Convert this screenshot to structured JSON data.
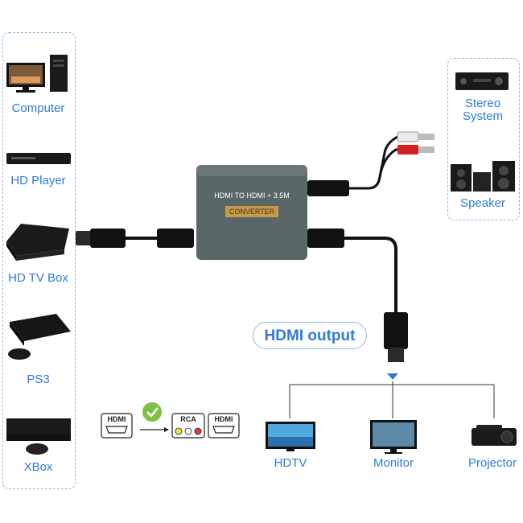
{
  "sources": [
    {
      "label": "Computer",
      "icon": "computer-icon"
    },
    {
      "label": "HD Player",
      "icon": "hd-player-icon"
    },
    {
      "label": "HD TV Box",
      "icon": "tv-box-icon"
    },
    {
      "label": "PS3",
      "icon": "ps3-icon"
    },
    {
      "label": "XBox",
      "icon": "xbox-icon"
    }
  ],
  "audio_outputs": [
    {
      "label_line1": "Stereo",
      "label_line2": "System",
      "icon": "stereo-system-icon"
    },
    {
      "label": "Speaker",
      "icon": "speaker-icon"
    }
  ],
  "converter": {
    "title": "HDMI TO HDMI + 3.5M",
    "badge": "CONVERTER"
  },
  "hdmi_output_label": "HDMI output",
  "displays": [
    {
      "label": "HDTV",
      "icon": "hdtv-icon"
    },
    {
      "label": "Monitor",
      "icon": "monitor-icon"
    },
    {
      "label": "Projector",
      "icon": "projector-icon"
    }
  ],
  "legend": {
    "hdmi_in": "HDMI",
    "rca": "RCA",
    "hdmi_out": "HDMI"
  },
  "colors": {
    "accent_blue": "#2e7cd6",
    "panel_border": "#8fb8e6",
    "converter_body": "#5a6668",
    "badge_gold": "#c59a4a",
    "check_green": "#7dc043"
  }
}
